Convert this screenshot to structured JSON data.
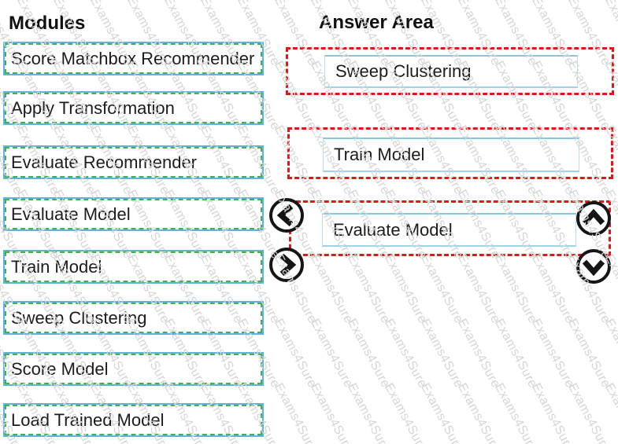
{
  "watermark": {
    "text": "Exams4Sure",
    "color": "#d6d6d6"
  },
  "modules_panel": {
    "heading": "Modules",
    "items": [
      "Score Matchbox Recommender",
      "Apply Transformation",
      "Evaluate Recommender",
      "Evaluate Model",
      "Train Model",
      "Sweep Clustering",
      "Score Model",
      "Load Trained Model"
    ]
  },
  "answer_panel": {
    "heading": "Answer Area",
    "slots": [
      "Sweep Clustering",
      "Train Model",
      "Evaluate Model"
    ]
  },
  "controls": {
    "left_icon": "chevron-left-circle",
    "right_icon": "chevron-right-circle",
    "up_icon": "chevron-up-circle",
    "down_icon": "chevron-down-circle"
  },
  "colors": {
    "module_border_blue": "#5fb3dc",
    "module_dash_green": "#3fb24a",
    "slot_dash_red": "#ea1212",
    "slot_inner_blue": "#9ed3ec",
    "text": "#1c1c1c",
    "watermark_gray": "#d6d6d6"
  }
}
